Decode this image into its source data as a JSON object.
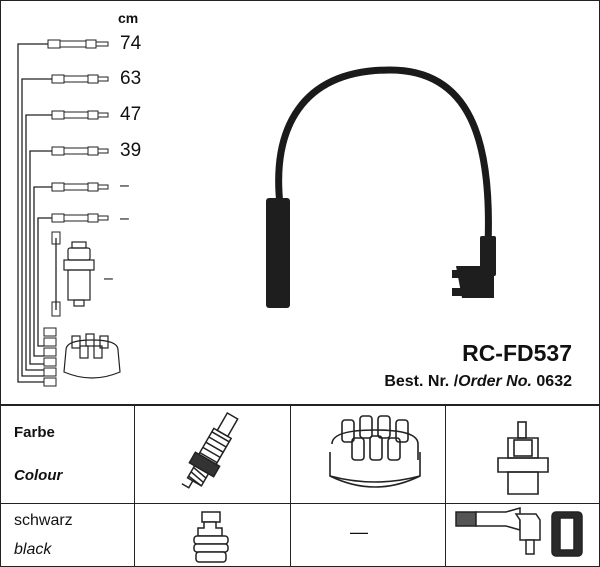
{
  "diagram": {
    "unit": "cm",
    "lengths": [
      "74",
      "63",
      "47",
      "39",
      "–",
      "–",
      "–"
    ]
  },
  "product": {
    "code": "RC-FD537",
    "order_label_de": "Best. Nr.",
    "order_sep": "/",
    "order_label_en": "Order No.",
    "order_number": "0632"
  },
  "table": {
    "farbe": "Farbe",
    "colour": "Colour",
    "color_de": "schwarz",
    "color_en": "black",
    "distributor_cap_value": "—"
  }
}
